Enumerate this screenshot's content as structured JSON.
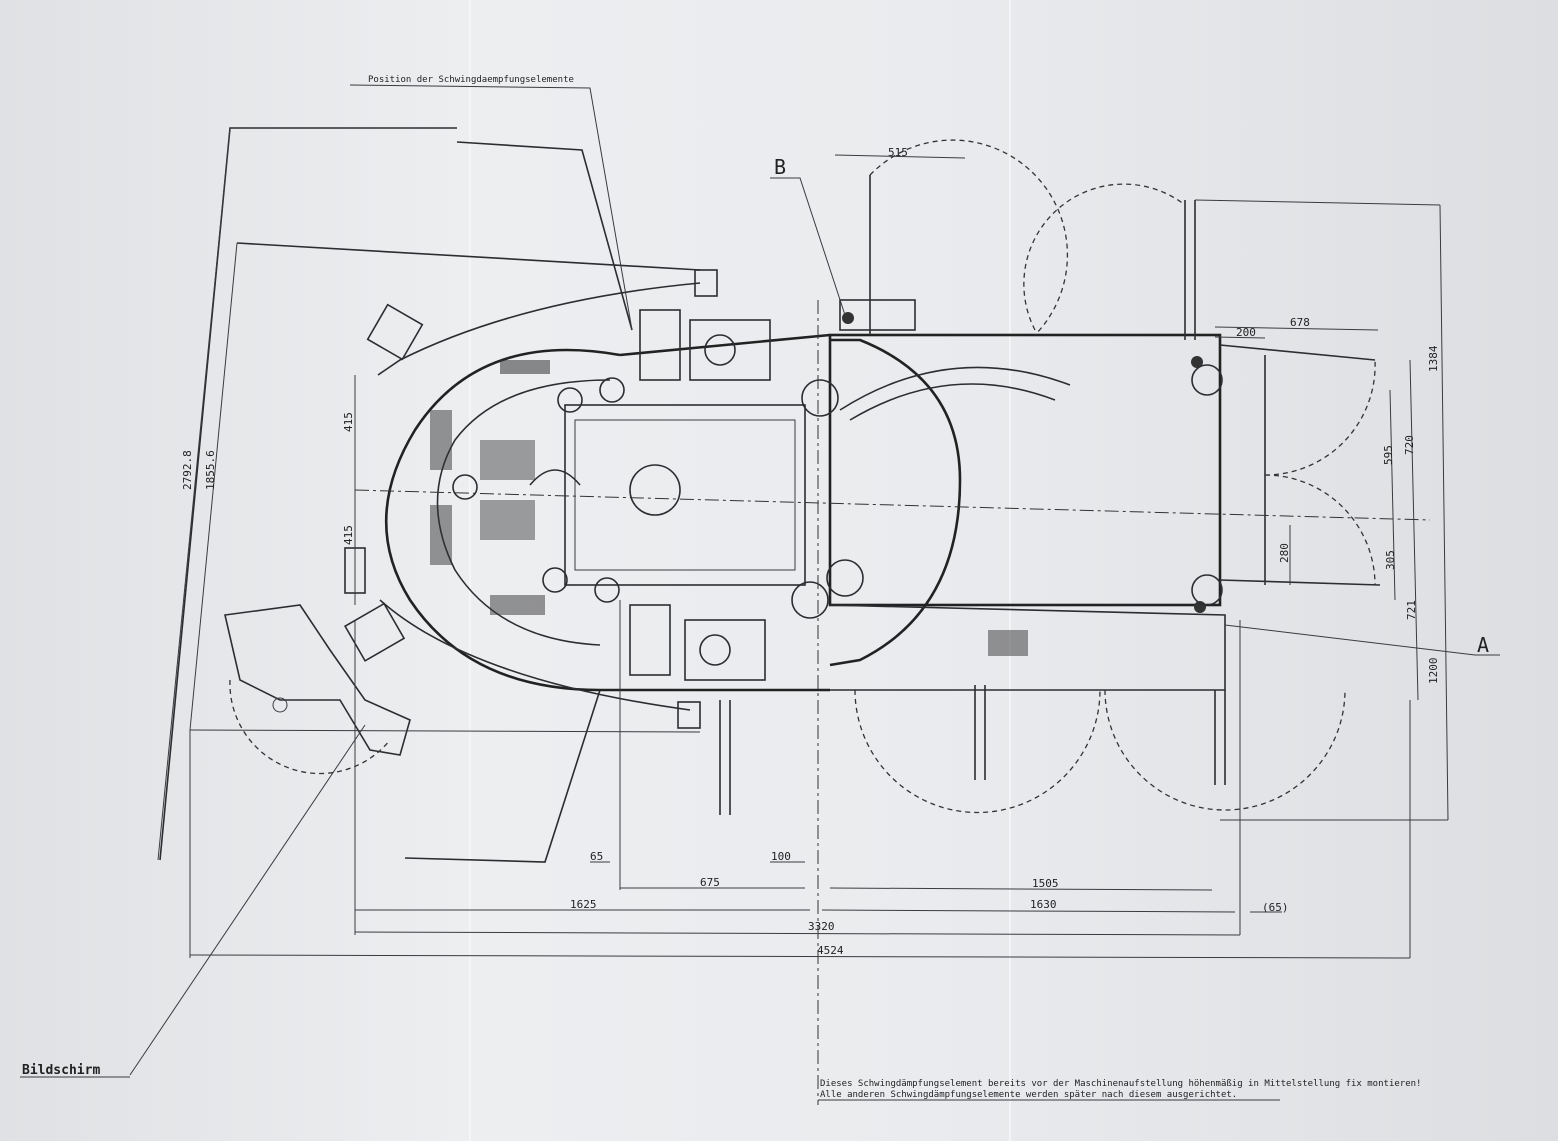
{
  "labels": {
    "damper_position": "Position der Schwingdaempfungselemente",
    "screen": "Bildschirm",
    "marker_a": "A",
    "marker_b": "B"
  },
  "note": {
    "line1": "Dieses Schwingdämpfungselement bereits vor der Maschinenaufstellung höhenmäßig in Mittelstellung fix montieren!",
    "line2": "Alle anderen Schwingdämpfungselemente werden später nach diesem ausgerichtet."
  },
  "dimensions": {
    "top_515": "515",
    "d678": "678",
    "d200": "200",
    "d1384": "1384",
    "d720": "720",
    "d595": "595",
    "d280": "280",
    "d305": "305",
    "d721": "721",
    "d1200": "1200",
    "d415_top": "415",
    "d415_bottom": "415",
    "d2792": "2792.8",
    "d1855": "1855.6",
    "d65": "65",
    "d100": "100",
    "d675": "675",
    "d1505": "1505",
    "d1625": "1625",
    "d1630": "1630",
    "d65_paren": "(65)",
    "d3320": "3320",
    "d4524": "4524"
  }
}
